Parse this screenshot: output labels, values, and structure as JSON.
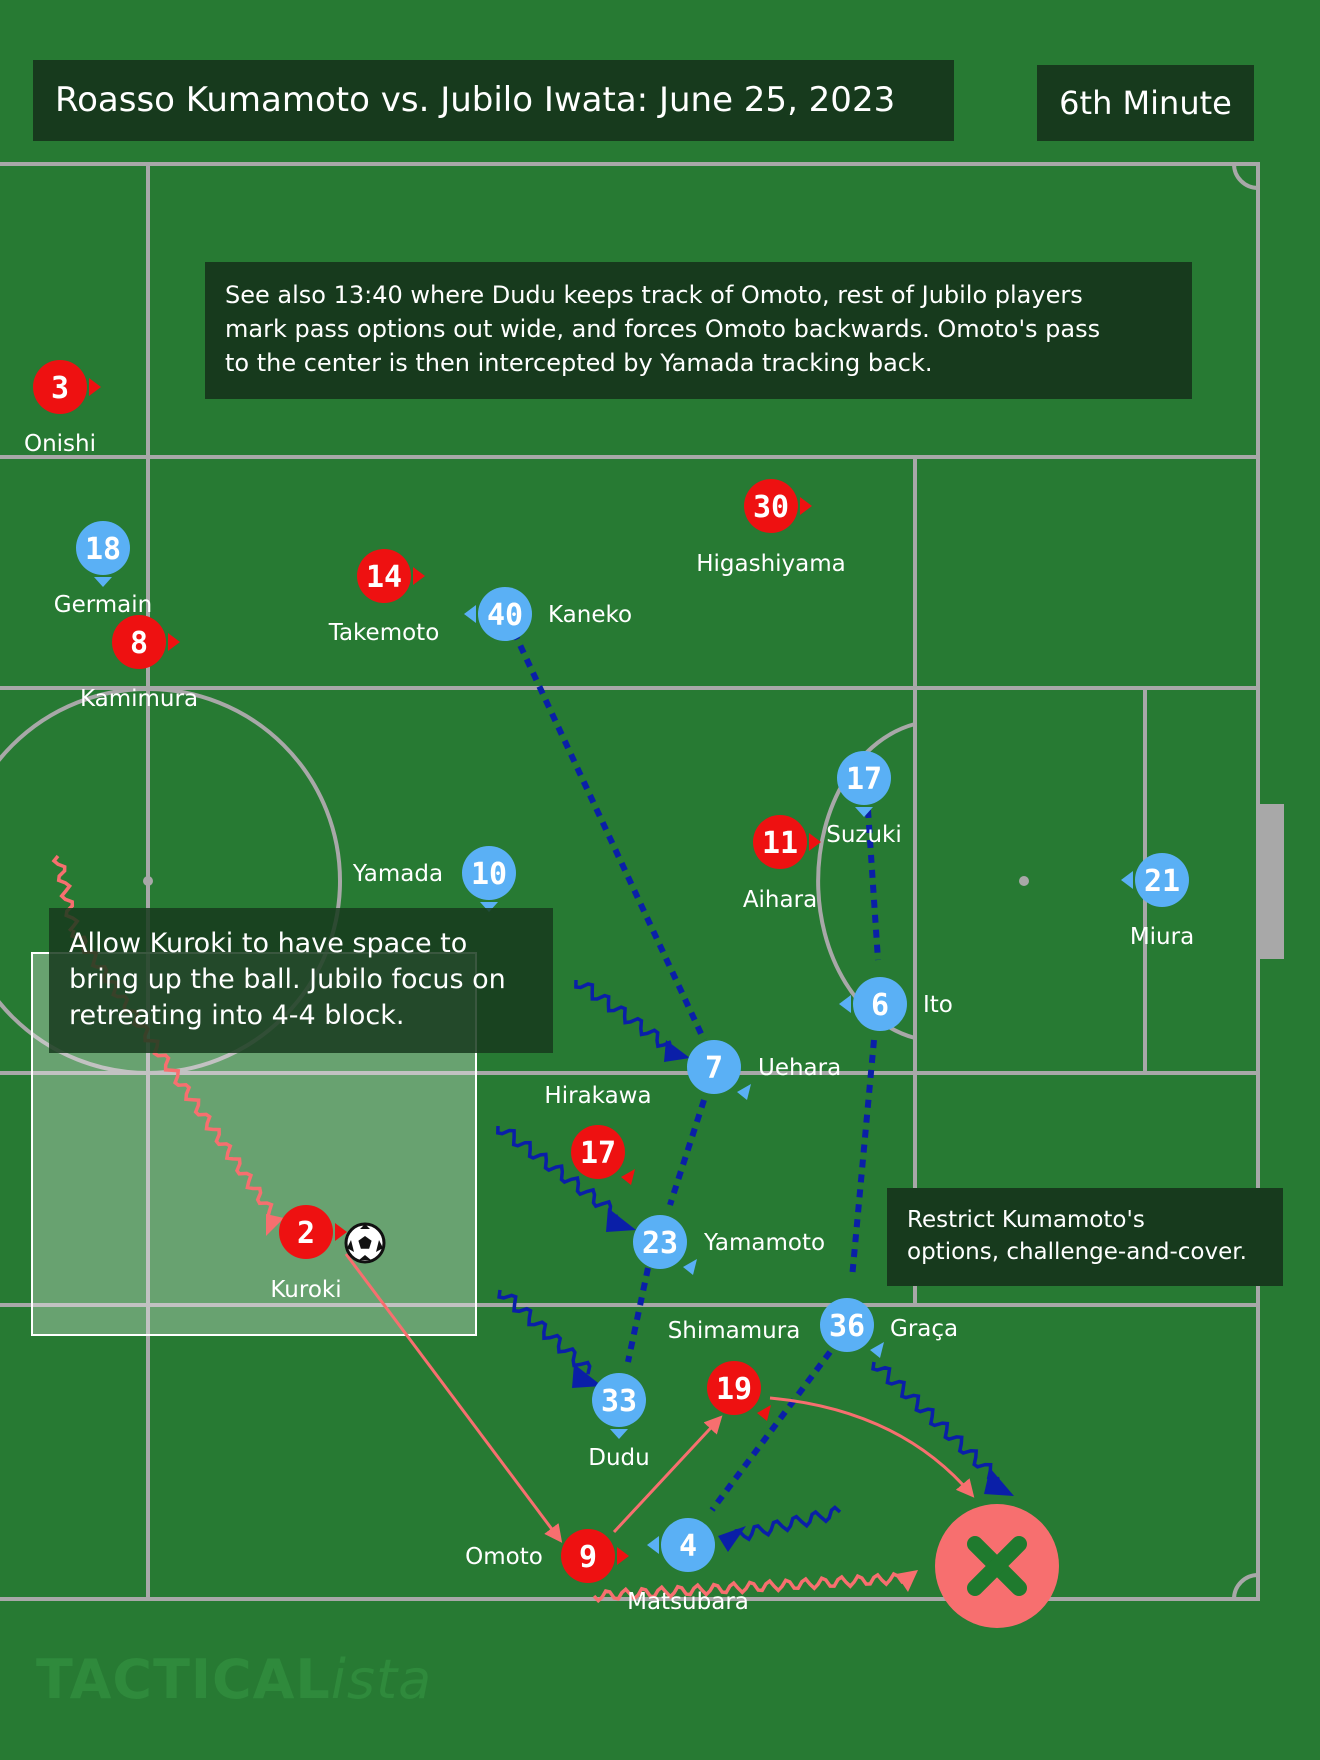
{
  "header": {
    "title": "Roasso Kumamoto vs. Jubilo Iwata: June 25, 2023",
    "minute": "6th Minute"
  },
  "notes": {
    "top": [
      "See also 13:40 where Dudu keeps track of Omoto, rest of Jubilo players",
      "mark pass options out wide, and forces Omoto backwards. Omoto's pass",
      "to the center is then intercepted by Yamada tracking back."
    ],
    "left": [
      "Allow Kuroki to have space to",
      "bring up the ball. Jubilo focus on",
      "retreating into 4-4 block."
    ],
    "right": [
      "Restrict Kumamoto's",
      "options, challenge-and-cover."
    ]
  },
  "watermark": {
    "bold": "TACTICAL",
    "italic": "ista"
  },
  "colors": {
    "pitch": "#277a33",
    "red_team": "#ee1111",
    "blue_team": "#5ab0f5",
    "pass": "#f76f6f",
    "press": "#0a1fa8",
    "box": "#173a1d",
    "lines": "#a8a8a8"
  },
  "players": {
    "red": [
      {
        "number": "3",
        "name": "Onishi"
      },
      {
        "number": "30",
        "name": "Higashiyama"
      },
      {
        "number": "14",
        "name": "Takemoto"
      },
      {
        "number": "8",
        "name": "Kamimura"
      },
      {
        "number": "11",
        "name": "Aihara"
      },
      {
        "number": "17",
        "name": "Hirakawa"
      },
      {
        "number": "2",
        "name": "Kuroki"
      },
      {
        "number": "19",
        "name": "Shimamura"
      },
      {
        "number": "9",
        "name": "Omoto"
      }
    ],
    "blue": [
      {
        "number": "18",
        "name": "Germain"
      },
      {
        "number": "40",
        "name": "Kaneko"
      },
      {
        "number": "17",
        "name": "Suzuki"
      },
      {
        "number": "10",
        "name": "Yamada"
      },
      {
        "number": "21",
        "name": "Miura"
      },
      {
        "number": "6",
        "name": "Ito"
      },
      {
        "number": "7",
        "name": "Uehara"
      },
      {
        "number": "23",
        "name": "Yamamoto"
      },
      {
        "number": "36",
        "name": "Graça"
      },
      {
        "number": "33",
        "name": "Dudu"
      },
      {
        "number": "4",
        "name": "Matsubara"
      }
    ]
  },
  "ball_icon": "football-icon",
  "cross_icon": "close-icon"
}
